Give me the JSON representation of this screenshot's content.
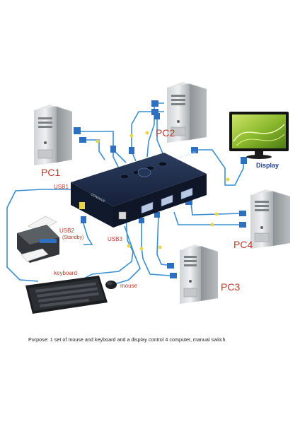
{
  "labels": {
    "pc1": "PC1",
    "pc2": "PC2",
    "pc3": "PC3",
    "pc4": "PC4",
    "display": "Display",
    "usb1": "USB1",
    "usb2": "USB2",
    "usb2_standby": "(Standby)",
    "usb3": "USB3",
    "keyboard": "keyboard",
    "mouse": "mouse"
  },
  "device": {
    "brand_text": "KVM SWITCH",
    "console_text": "CONSOLE"
  },
  "caption": "Purpose: 1 set of mouse and keyboard and a display control 4 computer, manual switch.",
  "colors": {
    "cable": "#3a8fd0",
    "label_red": "#c0392b",
    "label_blue": "#1f3f8f",
    "switch_body": "#1c2a44",
    "connector_yellow": "#e9d44a"
  }
}
